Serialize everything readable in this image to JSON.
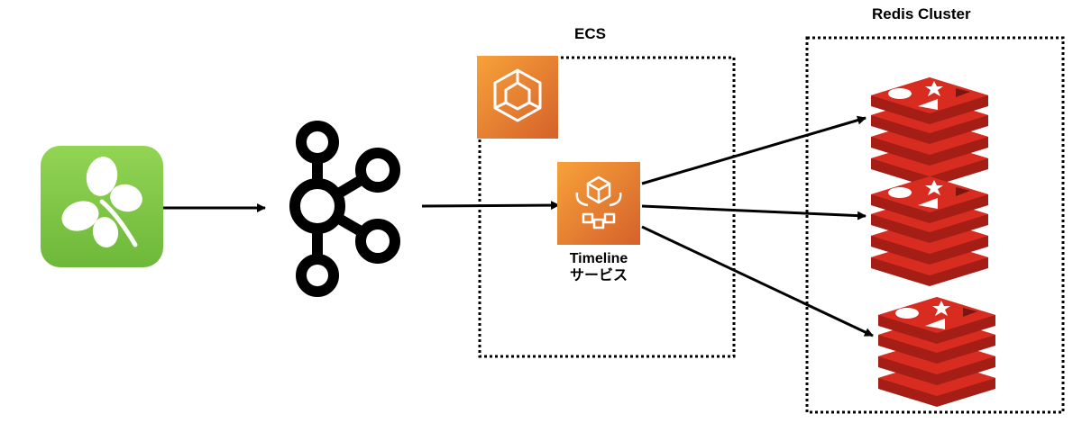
{
  "groups": {
    "ecs": {
      "label": "ECS"
    },
    "redis_cluster": {
      "label": "Redis Cluster"
    }
  },
  "nodes": {
    "timeline_service": {
      "line1": "Timeline",
      "line2": "サービス"
    }
  },
  "icons": {
    "source": "clover-app-icon",
    "broker": "kafka-icon",
    "container_service": "ecs-icon",
    "service": "fargate-service-icon",
    "cache": "redis-icon"
  },
  "colors": {
    "clover_green_top": "#93D454",
    "clover_green_bottom": "#6DB83A",
    "aws_orange_top": "#F7A23A",
    "aws_orange_bottom": "#D5612A",
    "redis_red": "#D82C20",
    "redis_dark": "#A41E16"
  }
}
